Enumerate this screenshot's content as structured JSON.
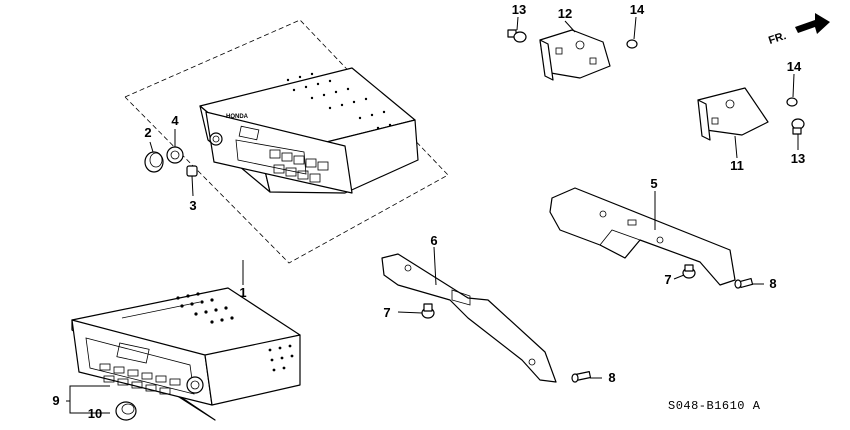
{
  "diagram": {
    "code": "S048-B1610 A",
    "direction_label": "FR.",
    "radio_brand": "HONDA",
    "callouts": {
      "p1": "1",
      "p2": "2",
      "p3": "3",
      "p4": "4",
      "p5": "5",
      "p6": "6",
      "p7a": "7",
      "p7b": "7",
      "p8a": "8",
      "p8b": "8",
      "p9": "9",
      "p10": "10",
      "p11": "11",
      "p12": "12",
      "p13a": "13",
      "p13b": "13",
      "p14a": "14",
      "p14b": "14"
    }
  }
}
